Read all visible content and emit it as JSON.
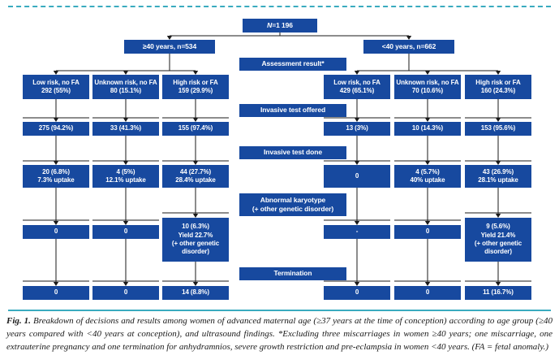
{
  "colors": {
    "box_blue": "#17499f",
    "teal": "#3aabbf",
    "line": "#1a1a1a"
  },
  "figure": {
    "root": {
      "n": "N",
      "rest": "=1 196"
    },
    "age_groups": [
      {
        "label": "≥40 years, n=534"
      },
      {
        "label": "<40 years, n=662"
      }
    ],
    "stages": {
      "assessment": {
        "lines": [
          "Assessment result*"
        ]
      },
      "offered": {
        "lines": [
          "Invasive test offered"
        ]
      },
      "done": {
        "lines": [
          "Invasive test done"
        ]
      },
      "karyotype": {
        "lines": [
          "Abnormal karyotype",
          "(+ other genetic disorder)"
        ]
      },
      "termination": {
        "lines": [
          "Termination"
        ]
      }
    },
    "rows": {
      "assessment": [
        {
          "lines": [
            "Low risk, no FA",
            "292 (55%)"
          ]
        },
        {
          "lines": [
            "Unknown risk, no FA",
            "80 (15.1%)"
          ]
        },
        {
          "lines": [
            "High risk or FA",
            "159 (29.9%)"
          ]
        },
        {
          "lines": [
            "Low risk, no FA",
            "429 (65.1%)"
          ]
        },
        {
          "lines": [
            "Unknown risk, no FA",
            "70 (10.6%)"
          ]
        },
        {
          "lines": [
            "High risk or FA",
            "160 (24.3%)"
          ]
        }
      ],
      "offered": [
        {
          "lines": [
            "275 (94.2%)"
          ]
        },
        {
          "lines": [
            "33 (41.3%)"
          ]
        },
        {
          "lines": [
            "155 (97.4%)"
          ]
        },
        {
          "lines": [
            "13 (3%)"
          ]
        },
        {
          "lines": [
            "10 (14.3%)"
          ]
        },
        {
          "lines": [
            "153 (95.6%)"
          ]
        }
      ],
      "done": [
        {
          "lines": [
            "20 (6.8%)",
            "7.3% uptake"
          ]
        },
        {
          "lines": [
            "4 (5%)",
            "12.1% uptake"
          ]
        },
        {
          "lines": [
            "44 (27.7%)",
            "28.4% uptake"
          ]
        },
        {
          "lines": [
            "0"
          ]
        },
        {
          "lines": [
            "4 (5.7%)",
            "40% uptake"
          ]
        },
        {
          "lines": [
            "43 (26.9%)",
            "28.1% uptake"
          ]
        }
      ],
      "karyotype": [
        {
          "lines": [
            "0"
          ]
        },
        {
          "lines": [
            "0"
          ]
        },
        {
          "lines": [
            "10 (6.3%)",
            "Yield 22.7%",
            "(+ other genetic",
            "disorder)"
          ]
        },
        {
          "lines": [
            "-"
          ]
        },
        {
          "lines": [
            "0"
          ]
        },
        {
          "lines": [
            "9 (5.6%)",
            "Yield 21.4%",
            "(+ other genetic",
            "disorder)"
          ]
        }
      ],
      "termination": [
        {
          "lines": [
            "0"
          ]
        },
        {
          "lines": [
            "0"
          ]
        },
        {
          "lines": [
            "14 (8.8%)"
          ]
        },
        {
          "lines": [
            "0"
          ]
        },
        {
          "lines": [
            "0"
          ]
        },
        {
          "lines": [
            "11 (16.7%)"
          ]
        }
      ]
    }
  },
  "caption": {
    "fig_label": "Fig. 1.",
    "text": " Breakdown of decisions and results among women of advanced maternal age (≥37 years at the time of conception) according to age group (≥40 years compared with <40 years at conception), and ultrasound findings. *Excluding three miscarriages in women ≥40 years; one miscarriage, one extrauterine pregnancy and one termination for anhydramnios, severe growth restriction and pre-eclampsia in women <40 years. (FA = fetal anomaly.)"
  }
}
